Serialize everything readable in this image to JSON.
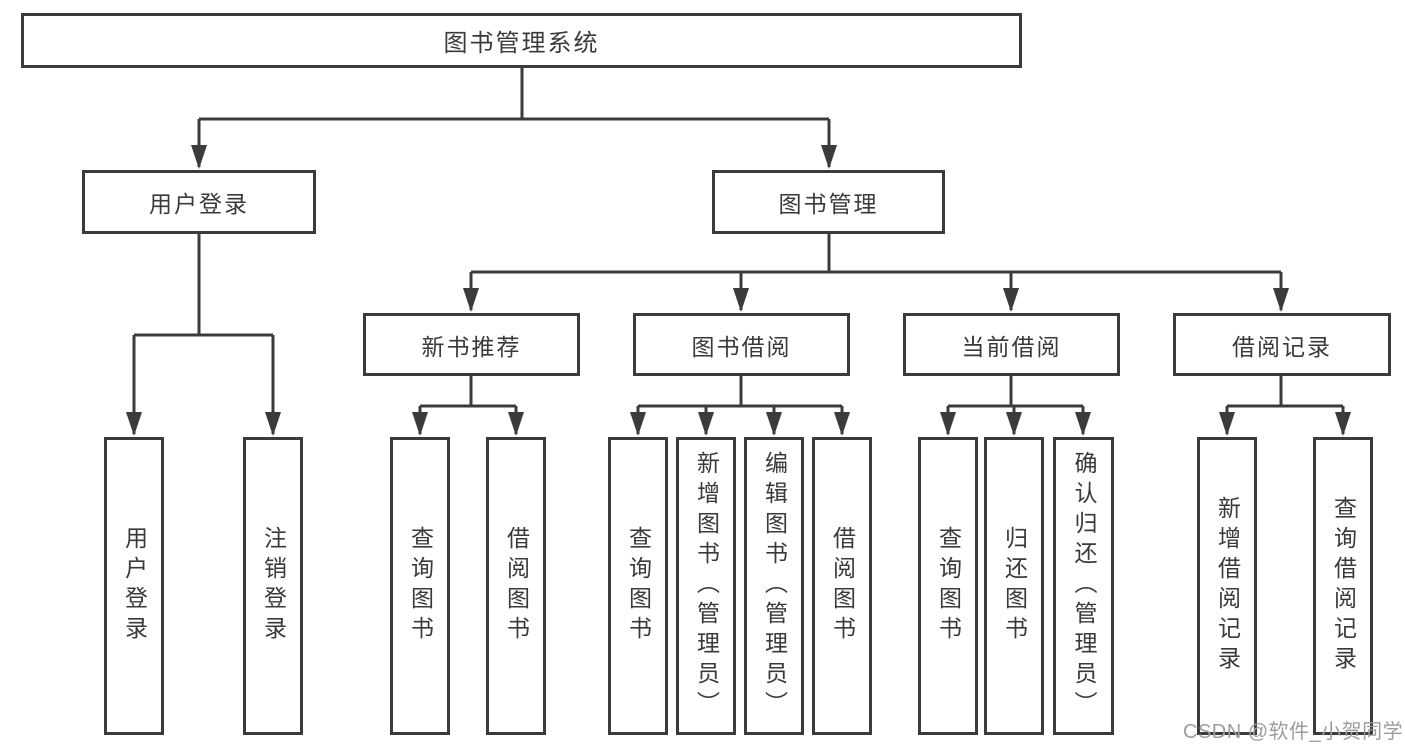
{
  "nodes": {
    "root": "图书管理系统",
    "level2": {
      "user_login": "用户登录",
      "book_management": "图书管理"
    },
    "level3": {
      "new_book_recommend": "新书推荐",
      "book_borrow": "图书借阅",
      "current_borrow": "当前借阅",
      "borrow_records": "借阅记录"
    },
    "leaves": {
      "user_login": [
        "用户登录",
        "注销登录"
      ],
      "new_book_recommend": [
        "查询图书",
        "借阅图书"
      ],
      "book_borrow": [
        "查询图书",
        "新增图书（管理员）",
        "编辑图书（管理员）",
        "借阅图书"
      ],
      "current_borrow": [
        "查询图书",
        "归还图书",
        "确认归还（管理员）"
      ],
      "borrow_records": [
        "新增借阅记录",
        "查询借阅记录"
      ]
    }
  },
  "watermark": "CSDN @软件_小贺同学",
  "colors": {
    "line": "#3b3b3b",
    "box_border": "#3b3b3b",
    "text": "#3a3a3a",
    "watermark": "#9d9d9d",
    "background": "#ffffff"
  }
}
